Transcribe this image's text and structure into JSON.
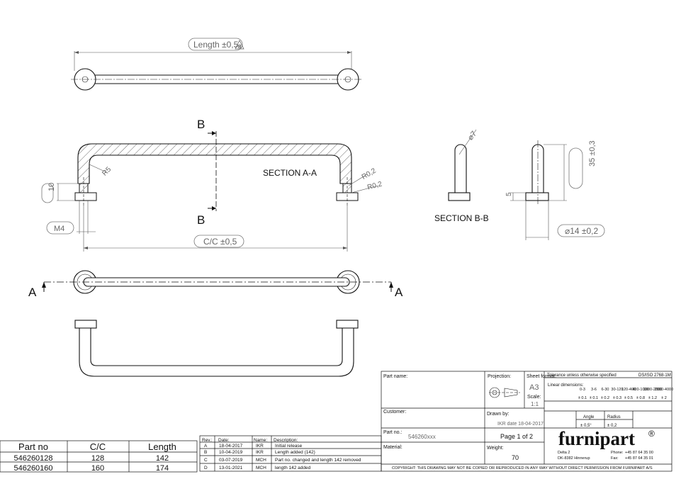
{
  "views": {
    "length_dim": "Length ±0,5",
    "tol_marker": "B",
    "cut_letter_b_top": "B",
    "cut_letter_b_bottom": "B",
    "section_aa": "SECTION A-A",
    "section_bb": "SECTION B-B",
    "radius_5": "R5",
    "radius_02_top": "R0,2",
    "radius_02_bottom": "R0,2",
    "height_10": "10",
    "thread_m4": "M4",
    "cc_dim": "C/C ±0,5",
    "cut_letter_a_left": "A",
    "cut_letter_a_right": "A",
    "diameter_7": "⌀7",
    "height_5": "5",
    "height_35": "35 ±0,3",
    "diameter_14": "⌀14 ±0,2"
  },
  "part_table": {
    "headers": [
      "Part no",
      "C/C",
      "Length"
    ],
    "rows": [
      [
        "546260128",
        "128",
        "142"
      ],
      [
        "546260160",
        "160",
        "174"
      ]
    ]
  },
  "revision_table": {
    "headers": [
      "Rev.:",
      "Date:",
      "Name:",
      "Description:"
    ],
    "rows": [
      [
        "A",
        "18-04-2017",
        "IKR",
        "Initial release"
      ],
      [
        "B",
        "10-04-2019",
        "IKR",
        "Length added (142)"
      ],
      [
        "C",
        "03-07-2019",
        "MCH",
        "Part no. changed and length 142 removed"
      ],
      [
        "D",
        "13-01-2021",
        "MCH",
        "length 142 added"
      ]
    ]
  },
  "title_block": {
    "part_name_label": "Part name:",
    "projection_label": "Projection:",
    "sheet_format_label": "Sheet format:",
    "sheet_format_value": "A3",
    "scale_label": "Scale:",
    "scale_value": "1:1",
    "customer_label": "Customer:",
    "drawn_by_label": "Drawn by:",
    "drawn_by_value": "IKR date 18-04-2017",
    "part_no_label": "Part no.:",
    "part_no_value": "546260xxx",
    "page": "Page 1 of 2",
    "material_label": "Material:",
    "weight_label": "Weight:",
    "weight_value": "70",
    "tolerance_label": "Tolerance unless otherwise specified",
    "standard": "DS/ISO 2768-1M",
    "linear_label": "Linear dimensions:",
    "linear_ranges": [
      "0-3",
      "3-6",
      "6-30",
      "30-120",
      "120-400",
      "400-1000",
      "1000-2000",
      "2000-4000"
    ],
    "linear_tolerances": [
      "± 0.1",
      "± 0.1",
      "± 0.2",
      "± 0.3",
      "± 0.5",
      "± 0.8",
      "± 1.2",
      "± 2"
    ],
    "angle_label": "Angle",
    "angle_value": "± 0,5°",
    "radius_label": "Radius",
    "radius_value": "± 0,2",
    "company": "furnipart",
    "registered": "®",
    "address_line1": "Delta 2",
    "address_line2": "DK-8382 Hinnerup",
    "phone_label": "Phone:",
    "phone_value": "+45 87 64 35 00",
    "fax_label": "Fax:",
    "fax_value": "+45 87 64 35 01",
    "copyright": "COPYRIGHT: THIS DRAWING MAY NOT BE COPIED OR REPRODUCED IN ANY WAY WITHOUT DIRECT PERMISSION FROM FURNIPART A/S"
  }
}
